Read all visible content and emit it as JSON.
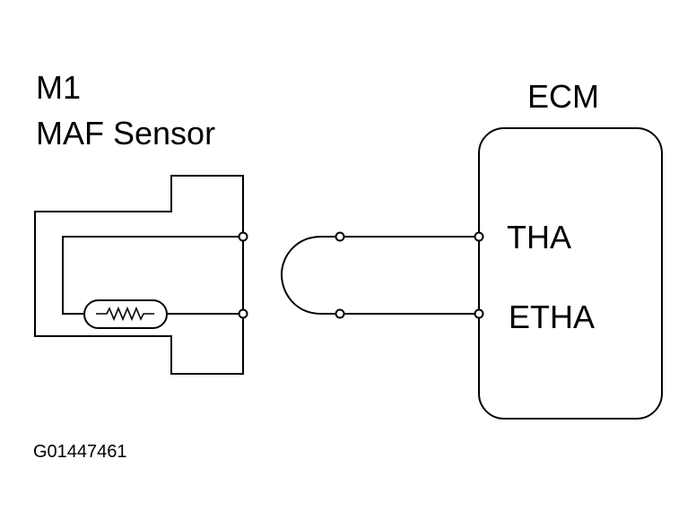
{
  "sensor": {
    "id": "M1",
    "name": "MAF Sensor"
  },
  "ecm": {
    "title": "ECM",
    "pins": [
      {
        "label": "THA"
      },
      {
        "label": "ETHA"
      }
    ]
  },
  "figure_code": "G01447461",
  "colors": {
    "ink": "#000000",
    "background": "#ffffff"
  }
}
